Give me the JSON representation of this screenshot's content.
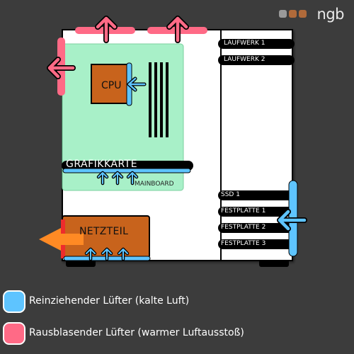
{
  "brand": {
    "logo_text": "ngb",
    "dot_colors": [
      "#9a9a9a",
      "#b06a3a",
      "#b06a3a"
    ]
  },
  "components": {
    "cpu": "CPU",
    "gpu": "GRAFIKKARTE",
    "mainboard": "MAINBOARD",
    "psu": "NETZTEIL"
  },
  "bays": [
    "LAUFWERK 1",
    "LAUFWERK 2",
    "SSD 1",
    "FESTPLATTE 1",
    "FESTPLATTE 2",
    "FESTPLATTE 3"
  ],
  "legend": {
    "intake": "Reinziehender Lüfter (kalte Luft)",
    "exhaust": "Rausblasender Lüfter (warmer Luftausstoß)"
  },
  "colors": {
    "background": "#3c3c3c",
    "case": "#ffffff",
    "mainboard": "#a8f0c8",
    "component": "#c8631c",
    "intake_fan": "#5ec4ff",
    "exhaust_fan": "#ff6a86",
    "psu_exhaust": "#ff8a24"
  }
}
